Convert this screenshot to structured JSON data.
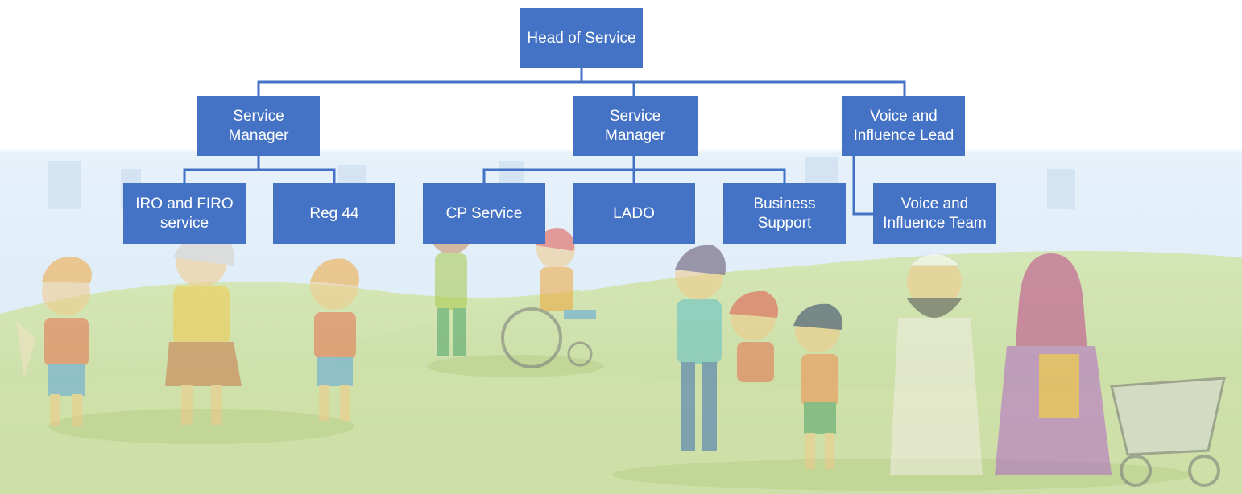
{
  "org_chart": {
    "head": {
      "label": "Head of Service"
    },
    "manager_left": {
      "label": "Service\nManager"
    },
    "manager_center": {
      "label": "Service\nManager"
    },
    "voice_lead": {
      "label": "Voice and\nInfluence Lead"
    },
    "iro_firo": {
      "label": "IRO and FIRO\nservice"
    },
    "reg44": {
      "label": "Reg 44"
    },
    "cp_service": {
      "label": "CP Service"
    },
    "lado": {
      "label": "LADO"
    },
    "business_support": {
      "label": "Business\nSupport"
    },
    "voice_team": {
      "label": "Voice and\nInfluence Team"
    }
  },
  "colors": {
    "box_fill": "#4472c4",
    "box_text": "#ffffff",
    "connector": "#4472c4",
    "sky": "#dcecf8",
    "grass": "#c8dca2"
  }
}
